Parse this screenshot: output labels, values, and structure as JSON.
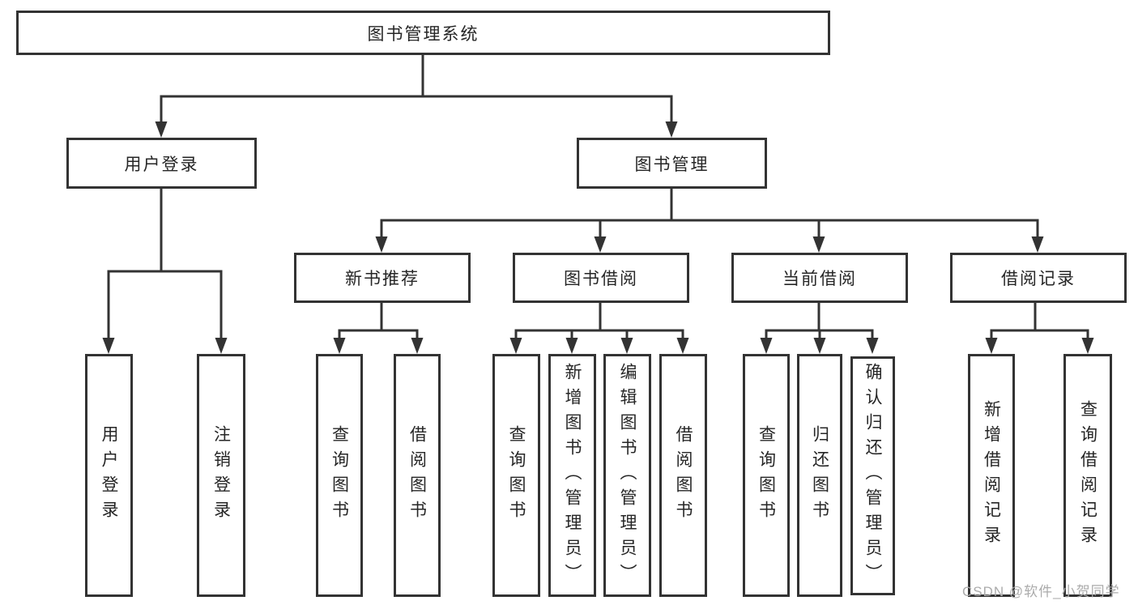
{
  "diagram": {
    "title": "图书管理系统",
    "watermark": "CSDN @软件_小贺同学",
    "colors": {
      "line": "#333333",
      "box_border": "#333333",
      "text": "#262626",
      "background": "#ffffff",
      "watermark": "#ababab"
    },
    "nodes": {
      "root": {
        "label": "图书管理系统"
      },
      "user-login": {
        "label": "用户登录"
      },
      "book-mgmt": {
        "label": "图书管理"
      },
      "new-book-rec": {
        "label": "新书推荐"
      },
      "book-borrow": {
        "label": "图书借阅"
      },
      "current-borrow": {
        "label": "当前借阅"
      },
      "borrow-record": {
        "label": "借阅记录"
      },
      "login": {
        "label": "用户登录"
      },
      "logout": {
        "label": "注销登录"
      },
      "rec-query-book": {
        "label": "查询图书"
      },
      "rec-borrow-book": {
        "label": "借阅图书"
      },
      "bb-query-book": {
        "label": "查询图书"
      },
      "bb-add-book": {
        "label": "新增图书（管理员）"
      },
      "bb-edit-book": {
        "label": "编辑图书（管理员）"
      },
      "bb-borrow-book": {
        "label": "借阅图书"
      },
      "cb-query-book": {
        "label": "查询图书"
      },
      "cb-return-book": {
        "label": "归还图书"
      },
      "cb-confirm-return": {
        "label": "确认归还（管理员）"
      },
      "br-add-record": {
        "label": "新增借阅记录"
      },
      "br-query-record": {
        "label": "查询借阅记录"
      }
    },
    "hierarchy": {
      "root": [
        "user-login",
        "book-mgmt"
      ],
      "user-login": [
        "login",
        "logout"
      ],
      "book-mgmt": [
        "new-book-rec",
        "book-borrow",
        "current-borrow",
        "borrow-record"
      ],
      "new-book-rec": [
        "rec-query-book",
        "rec-borrow-book"
      ],
      "book-borrow": [
        "bb-query-book",
        "bb-add-book",
        "bb-edit-book",
        "bb-borrow-book"
      ],
      "current-borrow": [
        "cb-query-book",
        "cb-return-book",
        "cb-confirm-return"
      ],
      "borrow-record": [
        "br-add-record",
        "br-query-record"
      ]
    }
  }
}
